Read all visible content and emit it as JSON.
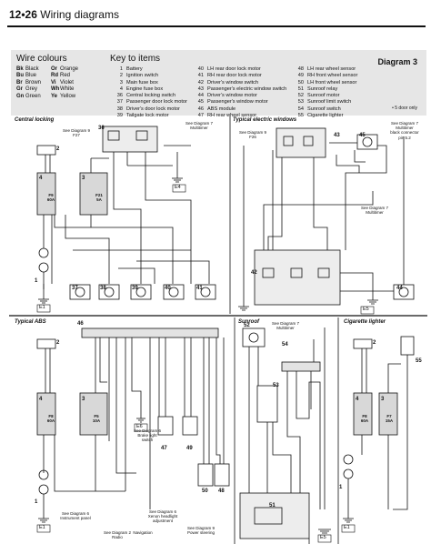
{
  "header": {
    "page_ref": "12•26",
    "title": "Wiring diagrams"
  },
  "key": {
    "wire_colours_title": "Wire colours",
    "key_title": "Key to items",
    "diagram_label": "Diagram 3",
    "door_note": "• 5 door only",
    "wire_colours": [
      {
        "code": "Bk",
        "name": "Black"
      },
      {
        "code": "Or",
        "name": "Orange"
      },
      {
        "code": "Bu",
        "name": "Blue"
      },
      {
        "code": "Rd",
        "name": "Red"
      },
      {
        "code": "Br",
        "name": "Brown"
      },
      {
        "code": "Vi",
        "name": "Violet"
      },
      {
        "code": "Gr",
        "name": "Grey"
      },
      {
        "code": "Wh",
        "name": "White"
      },
      {
        "code": "Gn",
        "name": "Green"
      },
      {
        "code": "Ye",
        "name": "Yellow"
      }
    ],
    "items_col1": [
      {
        "num": "1",
        "label": "Battery"
      },
      {
        "num": "2",
        "label": "Ignition switch"
      },
      {
        "num": "3",
        "label": "Main fuse box"
      },
      {
        "num": "4",
        "label": "Engine fuse box"
      },
      {
        "num": "36",
        "label": "Central locking switch"
      },
      {
        "num": "37",
        "label": "Passenger door lock motor"
      },
      {
        "num": "38",
        "label": "Driver's door lock motor"
      },
      {
        "num": "39",
        "label": "Tailgate lock motor"
      }
    ],
    "items_col2": [
      {
        "num": "40",
        "label": "LH rear door lock motor"
      },
      {
        "num": "41",
        "label": "RH rear door lock motor"
      },
      {
        "num": "42",
        "label": "Driver's window switch"
      },
      {
        "num": "43",
        "label": "Passenger's electric window switch"
      },
      {
        "num": "44",
        "label": "Driver's window motor"
      },
      {
        "num": "45",
        "label": "Passenger's window motor"
      },
      {
        "num": "46",
        "label": "ABS module"
      },
      {
        "num": "47",
        "label": "RH rear wheel sensor"
      }
    ],
    "items_col3": [
      {
        "num": "48",
        "label": "LH rear wheel sensor"
      },
      {
        "num": "49",
        "label": "RH front wheel sensor"
      },
      {
        "num": "50",
        "label": "LH front wheel sensor"
      },
      {
        "num": "51",
        "label": "Sunroof relay"
      },
      {
        "num": "52",
        "label": "Sunroof motor"
      },
      {
        "num": "53",
        "label": "Sunroof limit switch"
      },
      {
        "num": "54",
        "label": "Sunroof switch"
      },
      {
        "num": "55",
        "label": "Cigarette lighter"
      }
    ]
  },
  "panels": {
    "central_locking": {
      "title": "Central locking",
      "note_diag9": "See Diagram 9\nF27",
      "note_diag7": "See Diagram 7\nMultitimer",
      "fuse_f9": "F9\n60A",
      "fuse_f21": "F21\n5A",
      "item_ids": [
        "36",
        "37",
        "38",
        "39",
        "40",
        "41"
      ],
      "earth": "E4",
      "earth2": "E1"
    },
    "electric_windows": {
      "title": "Typical electric windows",
      "note_diag9": "See Diagram 9\nF26",
      "note_diag7a": "See Diagram 7\nMultitimer\nblack connector\npin 5.2",
      "note_diag7b": "See Diagram 7\nMultitimer",
      "item_ids": [
        "42",
        "43",
        "44",
        "45"
      ],
      "earth": "E5"
    },
    "abs": {
      "title": "Typical ABS",
      "module": "46",
      "note_brake": "See Diagram 6\nBrake light\nswitch",
      "note_panel": "See Diagram 6\nInstrument panel",
      "note_radio": "See Diagram 2\nRadio",
      "note_nav": "Navigation",
      "note_xenon": "See Diagram 6\nXenon headlight\nadjustment",
      "note_power": "See Diagram 9\nPower steering",
      "fuse_f8": "F8\n60A",
      "fuse_f5": "F5\n10A",
      "item_ids": [
        "47",
        "48",
        "49",
        "50"
      ],
      "earth": "E6",
      "earth2": "E1"
    },
    "sunroof": {
      "title": "Sunroof",
      "note_diag7": "See Diagram 7\nMultitimer",
      "item_ids": [
        "51",
        "52",
        "53",
        "54"
      ],
      "earth": "E5"
    },
    "cigarette": {
      "title": "Cigarette lighter",
      "fuse_f8": "F8\n60A",
      "fuse_f7": "F7\n15A",
      "item_id": "55",
      "earth": "E1"
    }
  },
  "colors": {
    "ink": "#111111",
    "panel_grey": "#e6e6e6",
    "fuse_fill": "#d8d8d8"
  }
}
